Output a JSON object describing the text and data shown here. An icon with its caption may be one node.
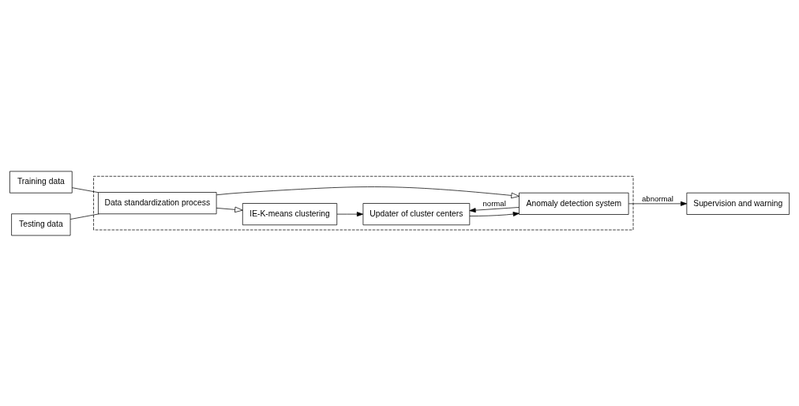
{
  "diagram": {
    "nodes": [
      {
        "text": [],
        "shape": "box"
      },
      {
        "text": [
          "Training data"
        ]
      },
      {
        "text": [
          "Testing data"
        ]
      },
      {
        "text": [
          "Data standardization process"
        ],
        "in": 0
      },
      {
        "text": [
          "IE-K-means clustering"
        ],
        "in": 0
      },
      {
        "text": [
          "Updater of cluster centers"
        ],
        "in": 0
      },
      {
        "text": [
          "Anomaly detection system"
        ],
        "in": 0
      },
      {
        "text": [
          "Supervision and warning"
        ]
      }
    ],
    "edges": [
      {
        "from": 1,
        "to": 3,
        "arrow": "none"
      },
      {
        "from": 3,
        "to": 4,
        "arrow": "to"
      },
      {
        "from": 2,
        "to": 3,
        "arrow": "none"
      },
      {
        "from": 3,
        "to": 6,
        "arrow": "to"
      },
      {
        "from": 4,
        "to": 5,
        "arrow": "to"
      },
      {
        "from": 5,
        "to": 6,
        "arrow": "to"
      },
      {
        "from": 6,
        "to": 5,
        "arrow": "to",
        "label": "normal"
      },
      {
        "from": 6,
        "to": 7,
        "arrow": "to",
        "label": "abnormal"
      }
    ]
  }
}
